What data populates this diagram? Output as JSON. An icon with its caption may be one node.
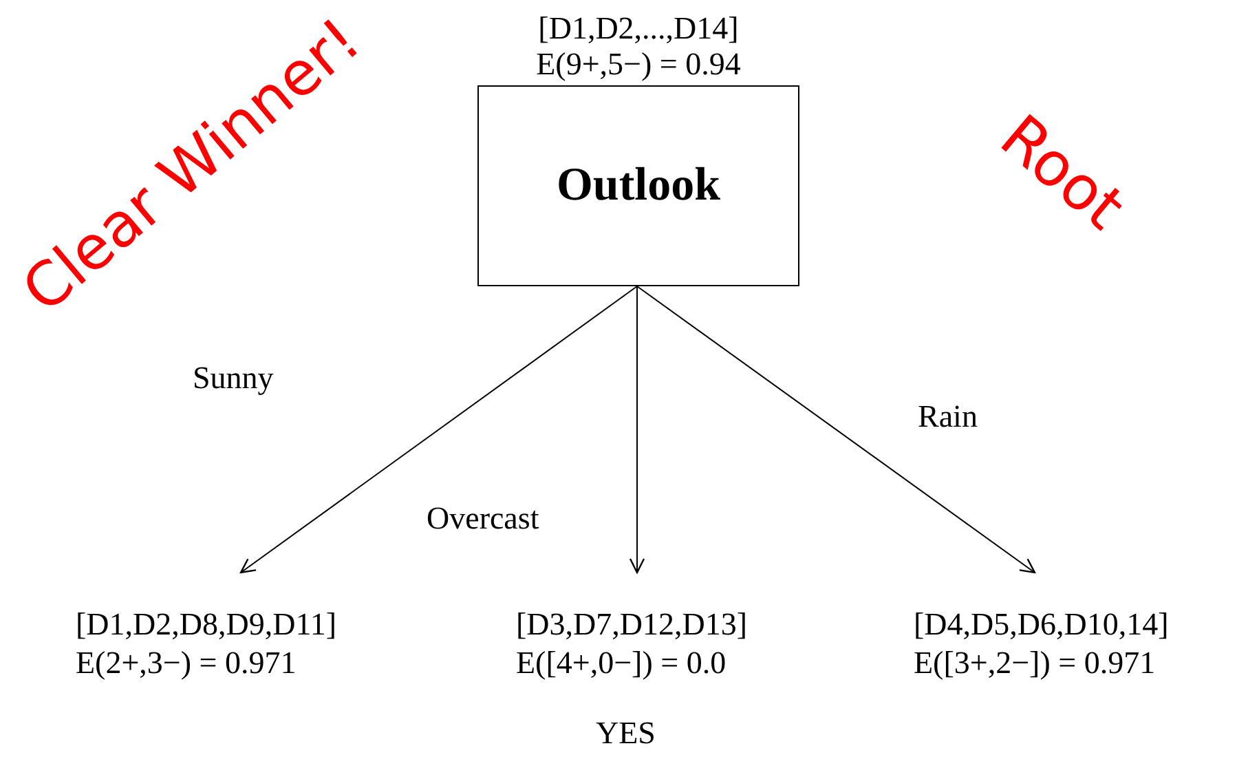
{
  "diagram": {
    "nodes": [
      {
        "text": [
          "[D1,D2,...,D14] E(9+,5−) = 0.94",
          "Outlook"
        ]
      },
      {
        "text": [
          "[D1,D2,D8,D9,D11] E(2+,3−) = 0.971"
        ]
      },
      {
        "text": [
          "[D3,D7,D12,D13] E([4+,0−]) = 0.0"
        ],
        "beside": [
          "YES"
        ]
      },
      {
        "text": [
          "[D4,D5,D6,D10,14] E([3+,2−]) = 0.971"
        ]
      }
    ],
    "edges": [
      {
        "from": 0,
        "to": 1,
        "arrow": "to",
        "label": "Sunny"
      },
      {
        "from": 0,
        "to": 2,
        "arrow": "to",
        "label": "Overcast"
      },
      {
        "from": 0,
        "to": 3,
        "arrow": "to",
        "label": "Rain"
      }
    ],
    "labels": [
      "Clear Winner!",
      "Root"
    ]
  }
}
